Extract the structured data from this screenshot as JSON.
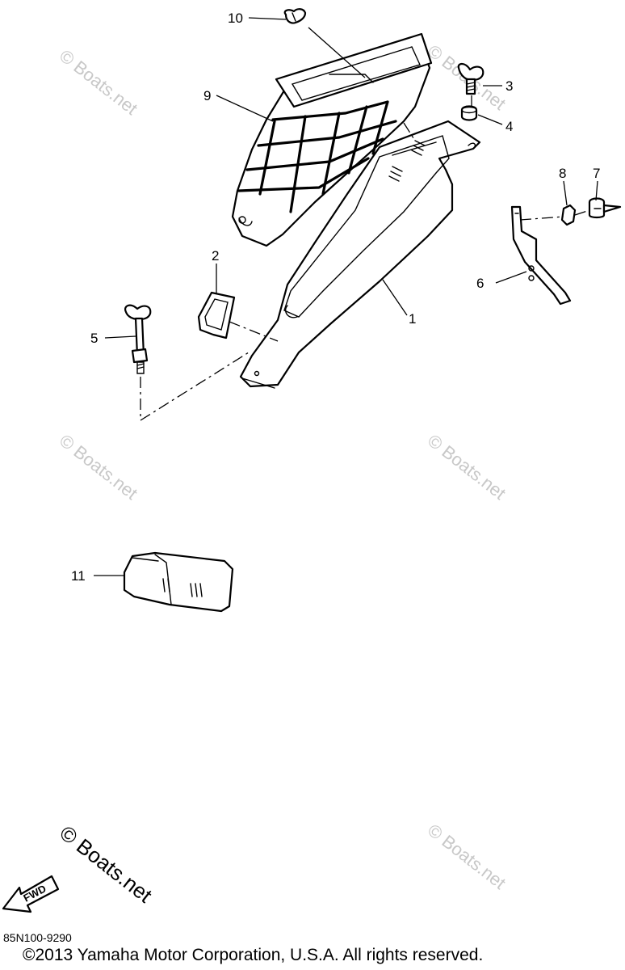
{
  "callouts": {
    "c1": "1",
    "c2": "2",
    "c3": "3",
    "c4": "4",
    "c5": "5",
    "c6": "6",
    "c7": "7",
    "c8": "8",
    "c9": "9",
    "c10": "10",
    "c11": "11"
  },
  "watermark": "© Boats.net",
  "fwd_label": "FWD",
  "ref_code": "85N100-9290",
  "copyright": "©2013 Yamaha Motor Corporation, U.S.A. All rights reserved."
}
